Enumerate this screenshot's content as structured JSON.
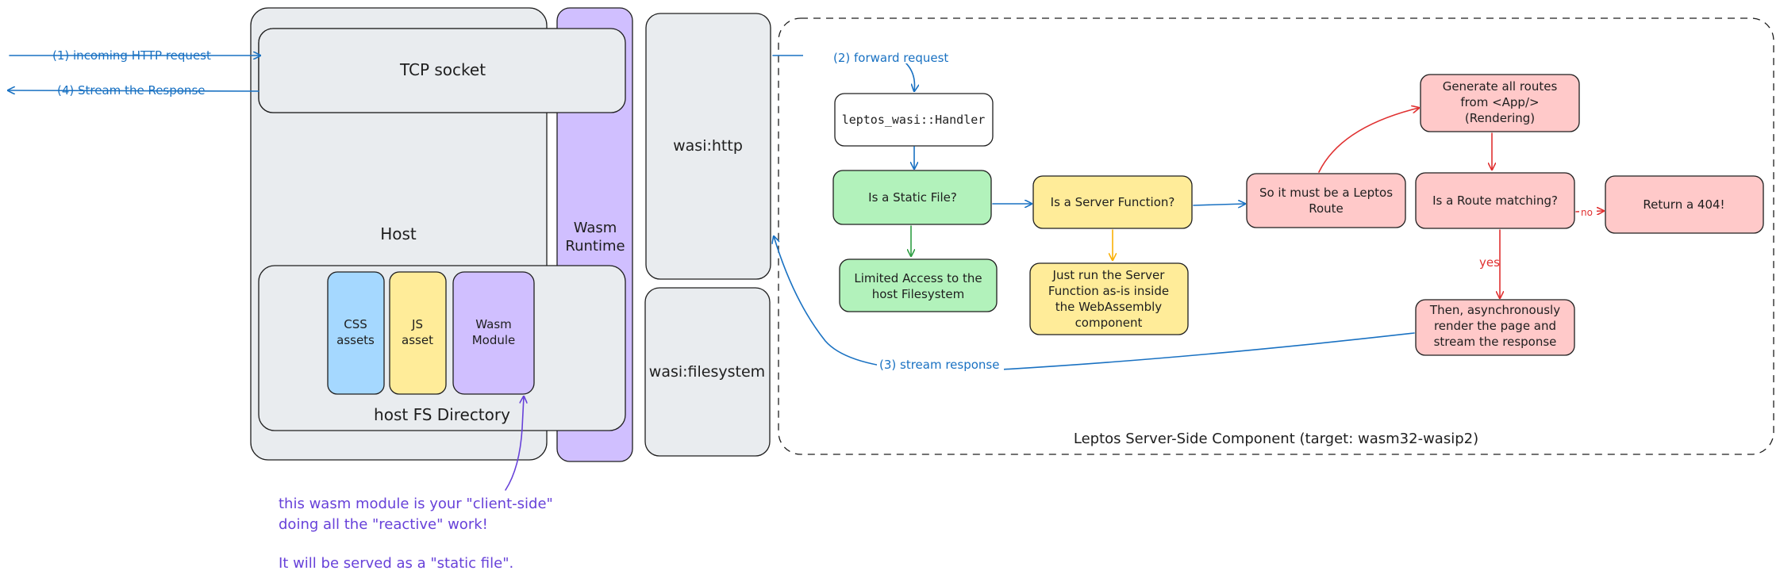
{
  "host": {
    "title": "Host",
    "tcp_socket": "TCP socket",
    "fs_directory": "host FS Directory",
    "assets": {
      "css": [
        "CSS",
        "assets"
      ],
      "js": [
        "JS",
        "asset"
      ],
      "wasm": [
        "Wasm",
        "Module"
      ]
    }
  },
  "runtime": [
    "Wasm",
    "Runtime"
  ],
  "wasi": {
    "http": "wasi:http",
    "filesystem": "wasi:filesystem"
  },
  "arrows": {
    "incoming": "(1) incoming HTTP request",
    "stream_out": "(4) Stream the Response",
    "forward": "(2) forward request",
    "stream_response": "(3) stream response",
    "no": "no",
    "yes": "yes"
  },
  "flow": {
    "handler": "leptos_wasi::Handler",
    "static_file": "Is a Static File?",
    "server_function": "Is a Server Function?",
    "leptos_route": [
      "So it must be a Leptos",
      "Route"
    ],
    "generate_routes": [
      "Generate all routes",
      "from <App/>",
      "(Rendering)"
    ],
    "route_matching": "Is a Route matching?",
    "return_404": "Return a 404!",
    "limited_access": [
      "Limited Access to the",
      "host Filesystem"
    ],
    "run_server_fn": [
      "Just run the Server",
      "Function as-is inside",
      "the WebAssembly",
      "component"
    ],
    "async_render": [
      "Then, asynchronously",
      "render the page and",
      "stream the response"
    ]
  },
  "component_label": "Leptos Server-Side Component (target: wasm32-wasip2)",
  "note": {
    "line1": "this wasm module is your \"client-side\"",
    "line2": "doing all the \"reactive\" work!",
    "line3": "It will be served as a \"static file\"."
  },
  "colors": {
    "gray": "#e9ecef",
    "purple": "#d0bfff",
    "blue": "#a5d8ff",
    "yellow": "#ffec99",
    "green": "#b2f2bb",
    "red": "#ffc9c9",
    "arrow_blue": "#1971c2",
    "arrow_red": "#e03131",
    "note_purple": "#6741d9"
  }
}
